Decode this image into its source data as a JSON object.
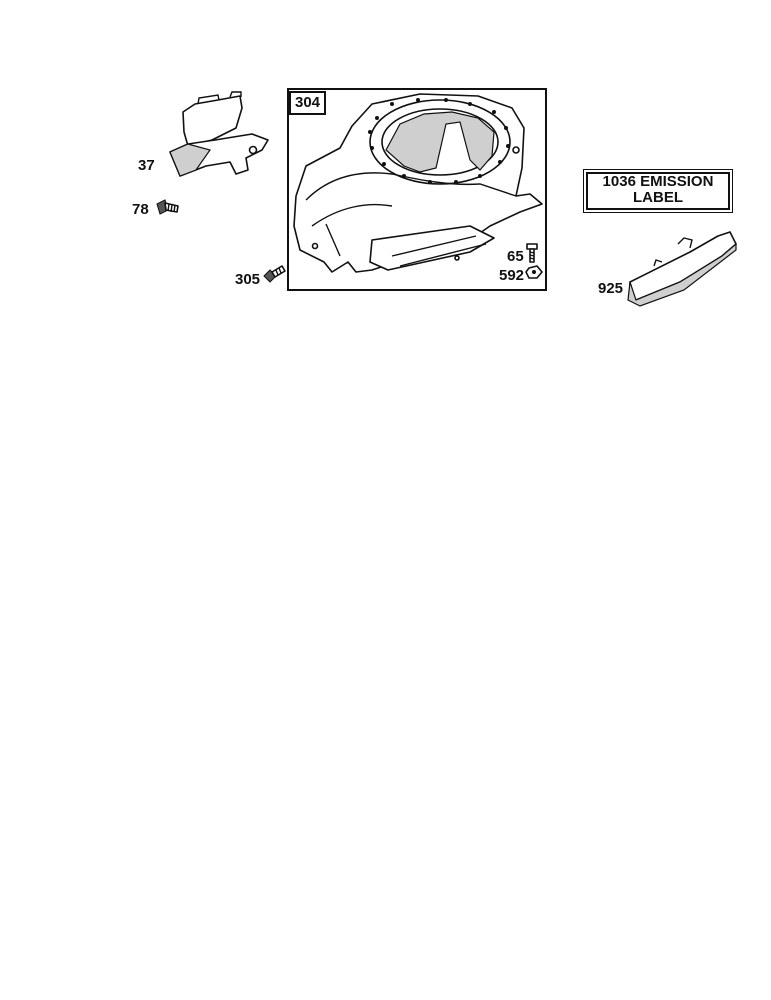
{
  "parts": {
    "p37": "37",
    "p78": "78",
    "p304": "304",
    "p305": "305",
    "p65": "65",
    "p592": "592",
    "p925": "925"
  },
  "emission_label": {
    "line1": "1036 EMISSION",
    "line2": "LABEL"
  }
}
